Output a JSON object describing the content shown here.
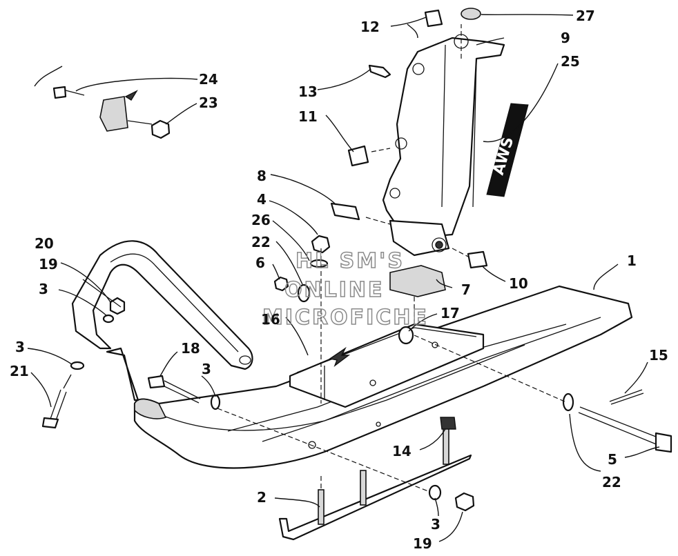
{
  "watermark": {
    "line1": "HL SM'S",
    "line2": "ONLINE",
    "line3": "MICROFICHE"
  },
  "decal_text": "AWS",
  "callouts": {
    "c1": "1",
    "c2": "2",
    "c3a": "3",
    "c3b": "3",
    "c3c": "3",
    "c3d": "3",
    "c4": "4",
    "c5": "5",
    "c6": "6",
    "c7": "7",
    "c8": "8",
    "c9": "9",
    "c10": "10",
    "c11": "11",
    "c12": "12",
    "c13": "13",
    "c14": "14",
    "c15": "15",
    "c16": "16",
    "c17": "17",
    "c18": "18",
    "c19a": "19",
    "c19b": "19",
    "c20": "20",
    "c21": "21",
    "c22a": "22",
    "c22b": "22",
    "c23": "23",
    "c24": "24",
    "c25": "25",
    "c26": "26",
    "c27": "27"
  }
}
